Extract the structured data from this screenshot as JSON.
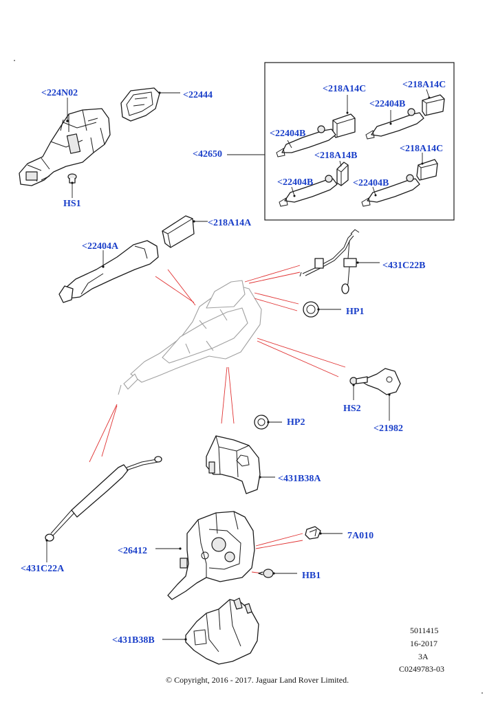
{
  "labels": {
    "l_224N02": "<224N02",
    "l_22444": "<22444",
    "l_HS1": "HS1",
    "l_42650": "<42650",
    "l_218A14C_1": "<218A14C",
    "l_218A14C_2": "<218A14C",
    "l_22404B_1": "<22404B",
    "l_22404B_2": "<22404B",
    "l_218A14B": "<218A14B",
    "l_218A14C_3": "<218A14C",
    "l_22404B_3": "<22404B",
    "l_22404B_4": "<22404B",
    "l_218A14A": "<218A14A",
    "l_22404A": "<22404A",
    "l_431C22B": "<431C22B",
    "l_HP1": "HP1",
    "l_HS2": "HS2",
    "l_21982": "<21982",
    "l_HP2": "HP2",
    "l_431B38A": "<431B38A",
    "l_7A010": "7A010",
    "l_26412": "<26412",
    "l_HB1": "HB1",
    "l_431C22A": "<431C22A",
    "l_431B38B": "<431B38B"
  },
  "meta": {
    "line1": "5011415",
    "line2": "16-2017",
    "line3": "3A",
    "line4": "C0249783-03"
  },
  "copyright": "© Copyright, 2016 - 2017. Jaguar Land Rover Limited.",
  "colors": {
    "label": "#1a3fc9",
    "callout_line": "#e03030",
    "outline": "#1a1a1a"
  }
}
